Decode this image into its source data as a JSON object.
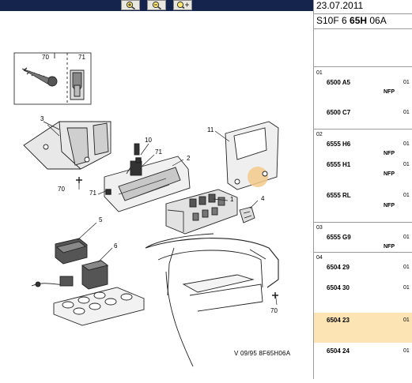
{
  "toolbar": {
    "zoom_in_icon": "zoom-in-icon",
    "zoom_out_icon": "zoom-out-icon",
    "zoom_fit_icon": "zoom-fit-icon"
  },
  "header": {
    "date": "23.07.2011",
    "ref_prefix": "S10F 6 ",
    "ref_bold": "65H",
    "ref_suffix": " 06A"
  },
  "diagram": {
    "caption": "V 09/95  8F65H06A",
    "callouts": [
      "70",
      "71",
      "3",
      "10",
      "71",
      "11",
      "2",
      "70",
      "71",
      "1",
      "4",
      "5",
      "6",
      "70"
    ]
  },
  "parts": {
    "groups": [
      {
        "num": "01",
        "rows": [
          {
            "part": "6500 A5",
            "nfp": "NFP",
            "qty": "01",
            "highlight": false
          },
          {
            "part": "6500 C7",
            "nfp": "",
            "qty": "01",
            "highlight": false
          }
        ]
      },
      {
        "num": "02",
        "rows": [
          {
            "part": "6555 H6",
            "nfp": "NFP",
            "qty": "01",
            "highlight": false
          },
          {
            "part": "6555 H1",
            "nfp": "NFP",
            "qty": "01",
            "highlight": false
          },
          {
            "part": "6555 RL",
            "nfp": "NFP",
            "qty": "01",
            "highlight": false
          }
        ]
      },
      {
        "num": "03",
        "rows": [
          {
            "part": "6555 G9",
            "nfp": "NFP",
            "qty": "01",
            "highlight": false
          }
        ]
      },
      {
        "num": "04",
        "rows": [
          {
            "part": "6504 29",
            "nfp": "",
            "qty": "01",
            "highlight": false
          },
          {
            "part": "6504 30",
            "nfp": "",
            "qty": "01",
            "highlight": false
          },
          {
            "part": "6504 23",
            "nfp": "",
            "qty": "01",
            "highlight": true
          },
          {
            "part": "6504 24",
            "nfp": "",
            "qty": "01",
            "highlight": false
          }
        ]
      }
    ]
  },
  "colors": {
    "toolbar": "#14244c",
    "highlight": "#fde4b4",
    "hotspot": "#f3c98b"
  }
}
